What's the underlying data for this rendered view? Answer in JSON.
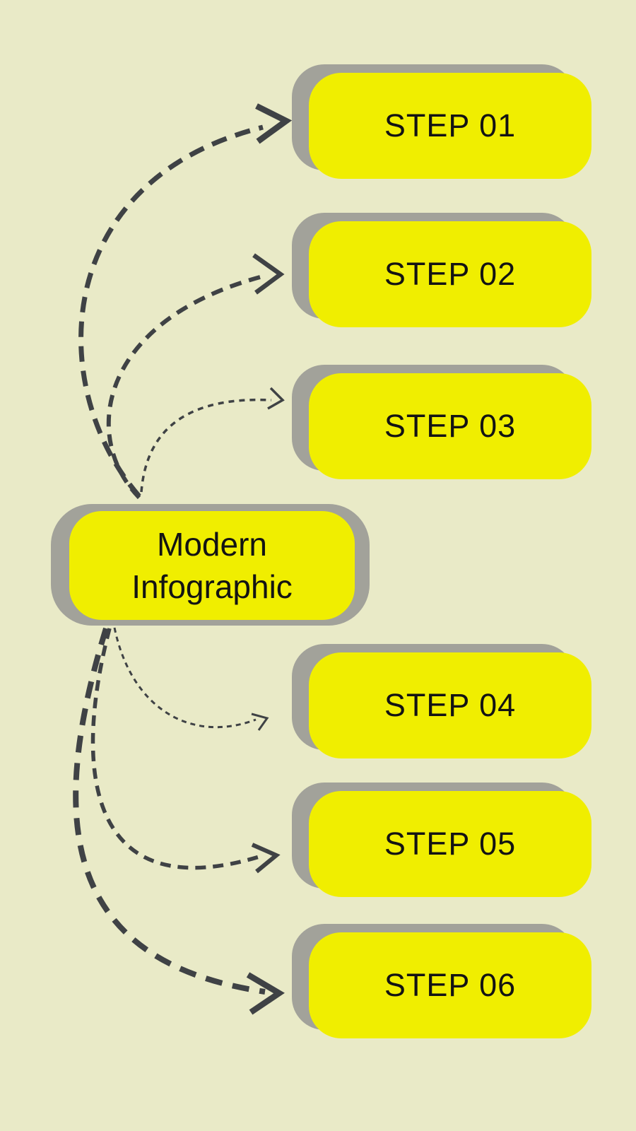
{
  "diagram": {
    "center": {
      "label_line1": "Modern",
      "label_line2": "Infographic"
    },
    "steps": [
      {
        "id": "step-01",
        "label": "STEP 01"
      },
      {
        "id": "step-02",
        "label": "STEP 02"
      },
      {
        "id": "step-03",
        "label": "STEP 03"
      },
      {
        "id": "step-04",
        "label": "STEP 04"
      },
      {
        "id": "step-05",
        "label": "STEP 05"
      },
      {
        "id": "step-06",
        "label": "STEP 06"
      }
    ],
    "connectors": [
      {
        "from": "center",
        "to": "step-01",
        "style": "dashed",
        "weight": "thick"
      },
      {
        "from": "center",
        "to": "step-02",
        "style": "dashed",
        "weight": "medium"
      },
      {
        "from": "center",
        "to": "step-03",
        "style": "dashed",
        "weight": "thin"
      },
      {
        "from": "center",
        "to": "step-04",
        "style": "dashed",
        "weight": "thin"
      },
      {
        "from": "center",
        "to": "step-05",
        "style": "dashed",
        "weight": "medium"
      },
      {
        "from": "center",
        "to": "step-06",
        "style": "dashed",
        "weight": "thick"
      }
    ]
  },
  "colors": {
    "background": "#e9eac7",
    "node_fill": "#f0ee00",
    "node_shadow": "#a2a29a",
    "connector": "#3f4245",
    "text": "#131313"
  }
}
